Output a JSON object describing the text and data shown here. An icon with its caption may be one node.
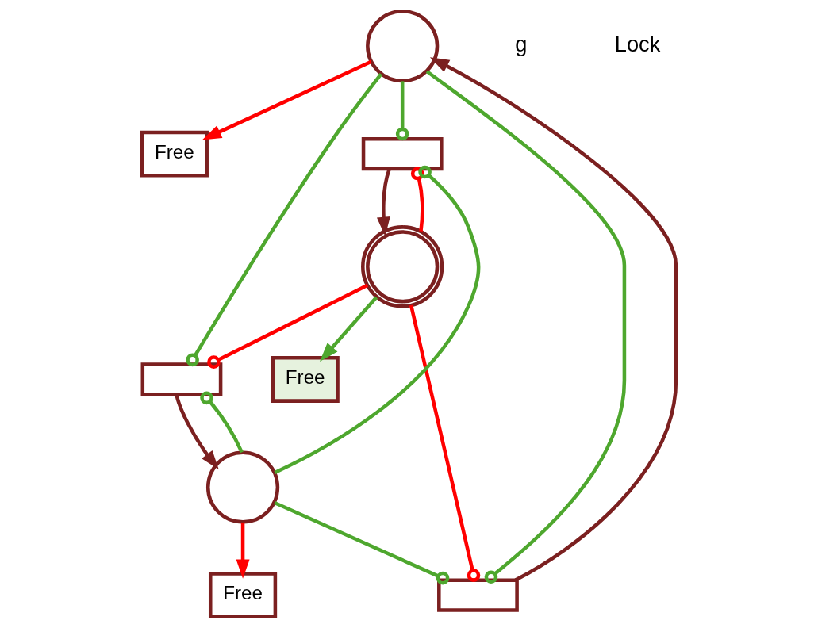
{
  "diagram": {
    "nodes": [
      {
        "text": [
          "Free"
        ]
      },
      {
        "text": [],
        "shape": "circle"
      },
      {
        "text": [],
        "shape": "box"
      },
      {
        "text": [],
        "shape": "box"
      },
      {
        "text": [],
        "shape": "box"
      },
      {
        "text": [],
        "shape": "circle"
      },
      {
        "text": [],
        "shape": "circle"
      },
      {
        "text": [
          "Free"
        ]
      },
      {
        "text": [
          "Free"
        ]
      }
    ],
    "edges": [
      {
        "from": 1,
        "to": 0,
        "arrow": "to",
        "color": "#ff0000"
      },
      {
        "from": 2,
        "to": 1,
        "arrow": "to",
        "color": "#7b2020"
      },
      {
        "from": 1,
        "to": 2,
        "arrow": "other",
        "color": "#4ea72e"
      },
      {
        "from": 1,
        "to": 3,
        "arrow": "other",
        "color": "#4ea72e"
      },
      {
        "from": 1,
        "to": 4,
        "arrow": "other",
        "color": "#4ea72e"
      },
      {
        "from": 5,
        "to": 2,
        "arrow": "other",
        "color": "#ff0000"
      },
      {
        "from": 6,
        "to": 2,
        "arrow": "other",
        "color": "#4ea72e"
      },
      {
        "from": 3,
        "to": 5,
        "arrow": "to",
        "color": "#7b2020"
      },
      {
        "from": 5,
        "to": 3,
        "arrow": "other",
        "color": "#ff0000"
      },
      {
        "from": 4,
        "to": 6,
        "arrow": "to",
        "color": "#7b2020"
      },
      {
        "from": 6,
        "to": 4,
        "arrow": "other",
        "color": "#4ea72e"
      },
      {
        "from": 5,
        "to": 4,
        "arrow": "other",
        "color": "#ff0000"
      },
      {
        "from": 6,
        "to": 3,
        "arrow": "other",
        "color": "#4ea72e"
      },
      {
        "from": 5,
        "to": 7,
        "arrow": "to",
        "color": "#4ea72e"
      },
      {
        "from": 6,
        "to": 8,
        "arrow": "to",
        "color": "#ff0000"
      }
    ],
    "labels": [
      "g",
      "Lock"
    ]
  }
}
